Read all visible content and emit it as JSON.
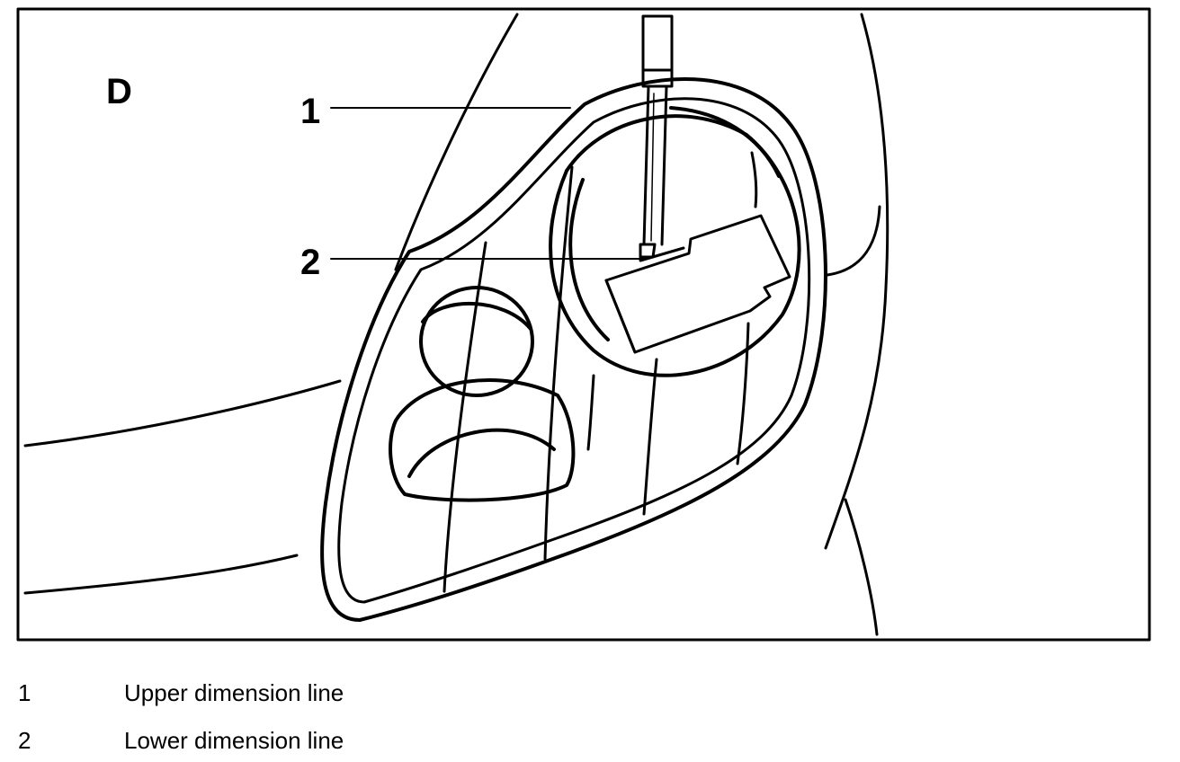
{
  "figure": {
    "view_letter": "D",
    "callouts": [
      "1",
      "2"
    ]
  },
  "legend": [
    {
      "number": "1",
      "text": "Upper dimension line"
    },
    {
      "number": "2",
      "text": "Lower dimension line"
    }
  ]
}
